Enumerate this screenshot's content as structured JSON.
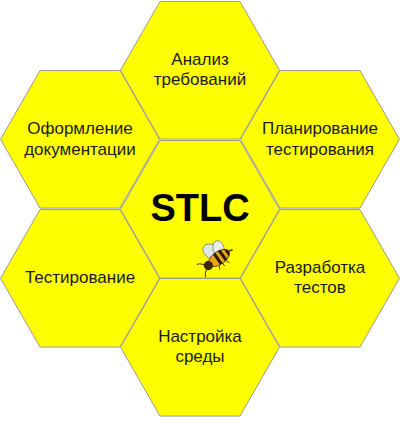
{
  "diagram": {
    "nodes": [
      {
        "text": [
          "Анализ требований"
        ]
      },
      {
        "text": [
          "Оформление документации"
        ]
      },
      {
        "text": [
          "Планирование тестирования"
        ]
      },
      {
        "text": [
          "STLC"
        ]
      },
      {
        "text": [
          "Тестирование"
        ]
      },
      {
        "text": [
          "Разработка тестов"
        ]
      },
      {
        "text": [
          "Настройка среды"
        ]
      }
    ]
  }
}
